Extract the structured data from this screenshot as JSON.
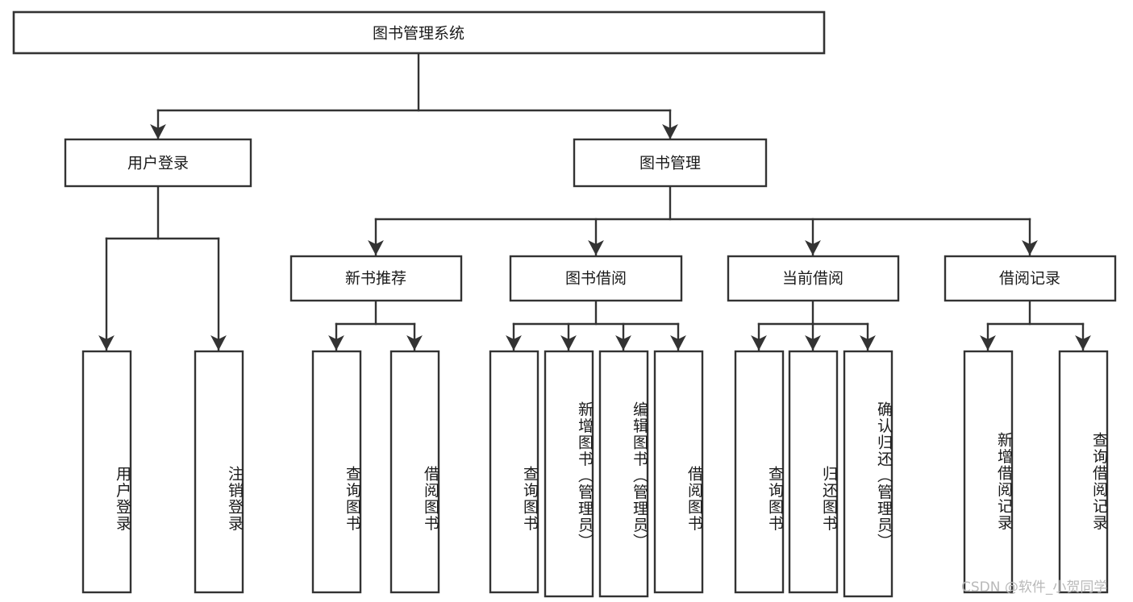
{
  "diagram": {
    "type": "tree",
    "title": "图书管理系统",
    "root": {
      "label": "图书管理系统"
    },
    "level1": [
      {
        "label": "用户登录"
      },
      {
        "label": "图书管理"
      }
    ],
    "level2": [
      {
        "label": "新书推荐"
      },
      {
        "label": "图书借阅"
      },
      {
        "label": "当前借阅"
      },
      {
        "label": "借阅记录"
      }
    ],
    "leaves": {
      "user_login": [
        {
          "label": "用户登录"
        },
        {
          "label": "注销登录"
        }
      ],
      "new_book_recommend": [
        {
          "label": "查询图书"
        },
        {
          "label": "借阅图书"
        }
      ],
      "book_borrow": [
        {
          "label": "查询图书"
        },
        {
          "label": "新增图书（管理员）"
        },
        {
          "label": "编辑图书（管理员）"
        },
        {
          "label": "借阅图书"
        }
      ],
      "current_borrow": [
        {
          "label": "查询图书"
        },
        {
          "label": "归还图书"
        },
        {
          "label": "确认归还（管理员）"
        }
      ],
      "borrow_record": [
        {
          "label": "新增借阅记录"
        },
        {
          "label": "查询借阅记录"
        }
      ]
    }
  },
  "watermark": {
    "text": "CSDN @软件_小贺同学"
  },
  "colors": {
    "stroke": "#333333",
    "fill": "#ffffff",
    "text": "#1a1a1a",
    "watermark": "#b9b9b9"
  }
}
